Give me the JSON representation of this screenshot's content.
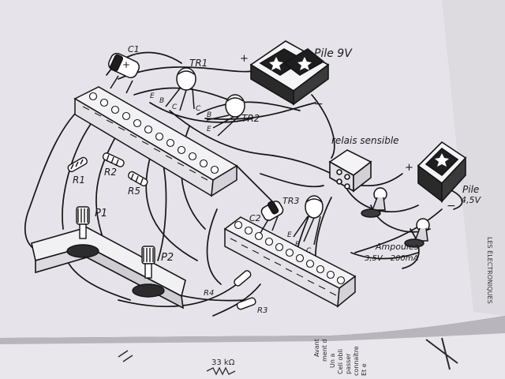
{
  "diagram": {
    "labels": {
      "c1": "C1",
      "c1_plus": "+",
      "tr1": "TR1",
      "tr2": "TR2",
      "tr3": "TR3",
      "pile9v": "Pile 9V",
      "pile9v_plus": "+",
      "pile9v_minus": "−",
      "relais": "relais sensible",
      "pile45_line1": "Pile",
      "pile45_line2": "4,5V",
      "pile45_plus": "+",
      "pile45_minus": "−",
      "r1": "R1",
      "r2": "R2",
      "r5": "R5",
      "r4": "R4",
      "r3": "R3",
      "p1": "P1",
      "p2": "P2",
      "c2": "C2",
      "ampoules_line1": "Ampoules",
      "ampoules_line2": "3,5V - 200mA",
      "e_tr1": "E",
      "b_tr1": "B",
      "c_tr1": "C",
      "c_tr2": "C",
      "b_tr2": "B",
      "e_tr2": "E",
      "e_tr3": "E",
      "b_tr3": "B",
      "c_tr3": "C"
    },
    "side_text": "LES ÉLECTRONIQUES",
    "bottom_page": {
      "resistor": "33 kΩ",
      "fragments": [
        "Avant",
        "ment d",
        "Un a",
        "Celi obli",
        "passer",
        "connaître",
        "Et e"
      ]
    }
  }
}
